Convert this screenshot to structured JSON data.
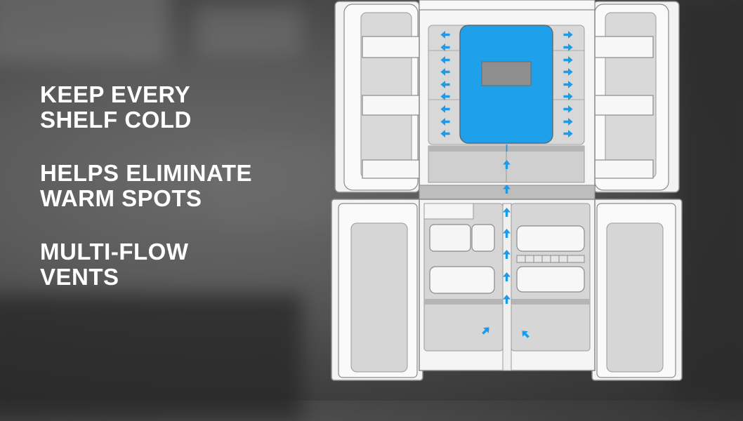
{
  "features": {
    "f1_line1": "KEEP EVERY",
    "f1_line2": "SHELF COLD",
    "f2_line1": "HELPS ELIMINATE",
    "f2_line2": "WARM SPOTS",
    "f3_line1": "MULTI-FLOW",
    "f3_line2": "VENTS"
  },
  "colors": {
    "airflow_arrow": "#1e9be8",
    "cooling_panel": "#1ea0ea",
    "fridge_outline": "#8a8a8a",
    "fridge_interior": "#dcdcdc",
    "fridge_white": "#f7f7f7",
    "text": "#ffffff"
  },
  "icons": {
    "arrow": "airflow-arrow-icon"
  }
}
